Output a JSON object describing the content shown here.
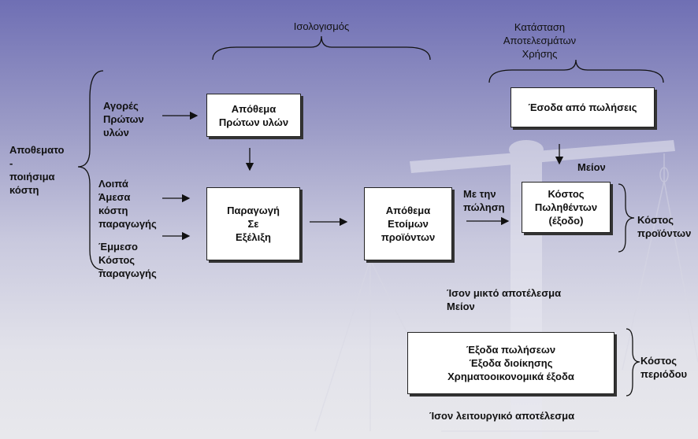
{
  "headers": {
    "balance_sheet": "Ισολογισμός",
    "income_statement": "Κατάσταση\nΑποτελεσμάτων\nΧρήσης"
  },
  "left": {
    "inventory_costs": "Αποθεματο\n-\nποιήσιμα\nκόστη",
    "raw_purchases": "Αγορές\nΠρώτων\nυλών",
    "direct_costs": "Λοιπά\nΆμεσα\nκόστη\nπαραγωγής",
    "indirect_costs": "Έμμεσο\nΚόστος\nπαραγωγής"
  },
  "boxes": {
    "raw_inventory": "Απόθεμα\nΠρώτων υλών",
    "wip": "Παραγωγή\nΣε\nΕξέλιξη",
    "finished_goods": "Απόθεμα\nΕτοίμων\nπροϊόντων",
    "revenue": "Έσοδα από πωλήσεις",
    "cogs": "Κόστος\nΠωληθέντων\n(έξοδο)",
    "period_expenses": "Έξοδα πωλήσεων\nΈξοδα διοίκησης\nΧρηματοοικονομικά έξοδα"
  },
  "labels": {
    "on_sale": "Με την\nπώληση",
    "minus_1": "Μείον",
    "product_costs": "Κόστος\nπροϊόντων",
    "gross_profit": "Ίσον μικτό αποτέλεσμα\nΜείον",
    "period_costs": "Κόστος\nπεριόδου",
    "operating_result": "Ίσον λειτουργικό αποτέλεσμα"
  }
}
